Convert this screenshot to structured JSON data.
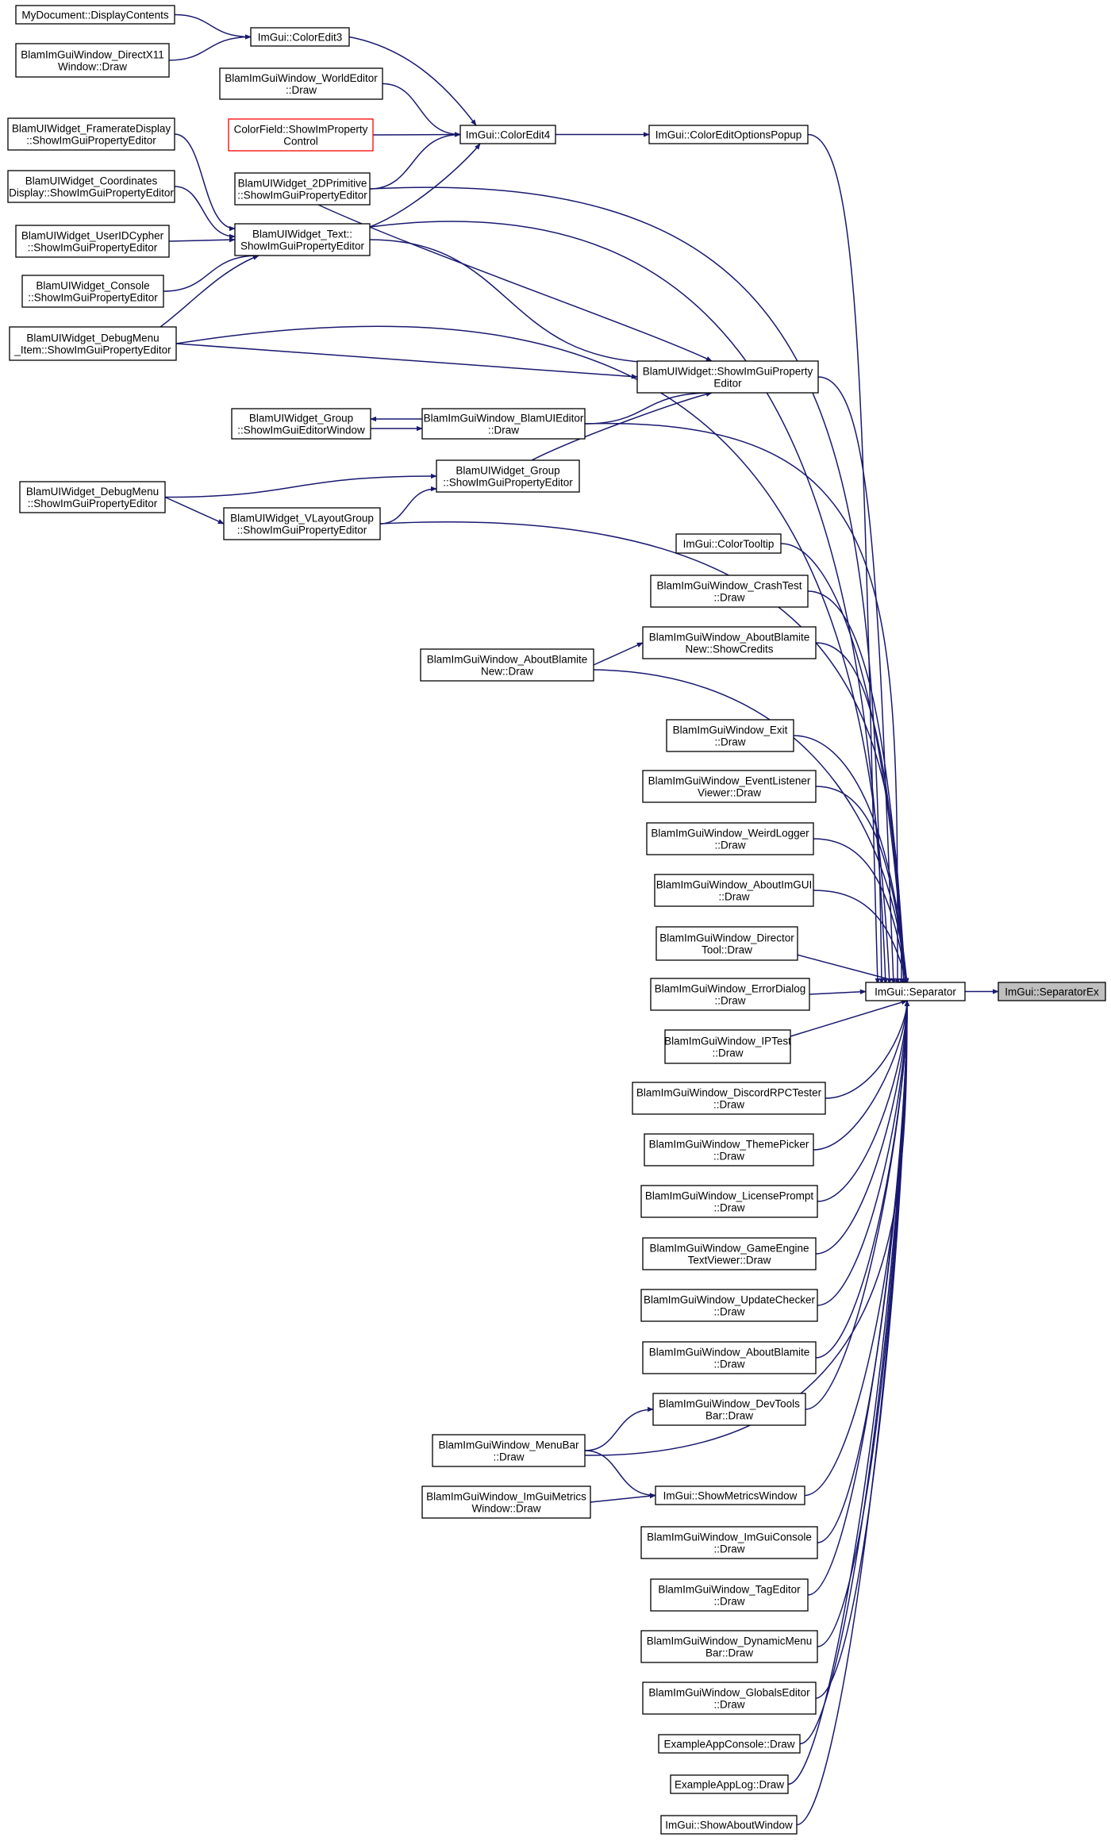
{
  "colors": {
    "edge": "#191970",
    "box_border": "#000000",
    "undocumented_border": "#ff0000",
    "focus_fill": "#bfbfbf"
  },
  "nodes": {
    "separator_ex": [
      "ImGui::SeparatorEx"
    ],
    "separator": [
      "ImGui::Separator"
    ],
    "color_edit_options_popup": [
      "ImGui::ColorEditOptionsPopup"
    ],
    "color_edit4": [
      "ImGui::ColorEdit4"
    ],
    "color_edit3": [
      "ImGui::ColorEdit3"
    ],
    "display_contents": [
      "MyDocument::DisplayContents"
    ],
    "directx11_window_draw": [
      "BlamImGuiWindow_DirectX11",
      "Window::Draw"
    ],
    "world_editor_draw": [
      "BlamImGuiWindow_WorldEditor",
      "::Draw"
    ],
    "color_field_control": [
      "ColorField::ShowImProperty",
      "Control"
    ],
    "primitive2d_editor": [
      "BlamUIWidget_2DPrimitive",
      "::ShowImGuiPropertyEditor"
    ],
    "text_editor": [
      "BlamUIWidget_Text::",
      "ShowImGuiPropertyEditor"
    ],
    "framerate_display_editor": [
      "BlamUIWidget_FramerateDisplay",
      "::ShowImGuiPropertyEditor"
    ],
    "coordinates_display_editor": [
      "BlamUIWidget_Coordinates",
      "Display::ShowImGuiPropertyEditor"
    ],
    "userid_cypher_editor": [
      "BlamUIWidget_UserIDCypher",
      "::ShowImGuiPropertyEditor"
    ],
    "console_editor": [
      "BlamUIWidget_Console",
      "::ShowImGuiPropertyEditor"
    ],
    "debugmenu_item_editor": [
      "BlamUIWidget_DebugMenu",
      "_Item::ShowImGuiPropertyEditor"
    ],
    "widget_property_editor": [
      "BlamUIWidget::ShowImGuiProperty",
      "Editor"
    ],
    "group_editor_window": [
      "BlamUIWidget_Group",
      "::ShowImGuiEditorWindow"
    ],
    "ui_editor_draw": [
      "BlamImGuiWindow_BlamUIEditor",
      "::Draw"
    ],
    "group_property_editor": [
      "BlamUIWidget_Group",
      "::ShowImGuiPropertyEditor"
    ],
    "debugmenu_editor": [
      "BlamUIWidget_DebugMenu",
      "::ShowImGuiPropertyEditor"
    ],
    "vlayout_group_editor": [
      "BlamUIWidget_VLayoutGroup",
      "::ShowImGuiPropertyEditor"
    ],
    "color_tooltip": [
      "ImGui::ColorTooltip"
    ],
    "crash_test_draw": [
      "BlamImGuiWindow_CrashTest",
      "::Draw"
    ],
    "about_blamite_show_credits": [
      "BlamImGuiWindow_AboutBlamite",
      "New::ShowCredits"
    ],
    "about_blamite_new_draw": [
      "BlamImGuiWindow_AboutBlamite",
      "New::Draw"
    ],
    "exit_draw": [
      "BlamImGuiWindow_Exit",
      "::Draw"
    ],
    "event_listener_viewer_draw": [
      "BlamImGuiWindow_EventListener",
      "Viewer::Draw"
    ],
    "weird_logger_draw": [
      "BlamImGuiWindow_WeirdLogger",
      "::Draw"
    ],
    "about_imgui_draw": [
      "BlamImGuiWindow_AboutImGUI",
      "::Draw"
    ],
    "director_tool_draw": [
      "BlamImGuiWindow_Director",
      "Tool::Draw"
    ],
    "error_dialog_draw": [
      "BlamImGuiWindow_ErrorDialog",
      "::Draw"
    ],
    "ip_test_draw": [
      "BlamImGuiWindow_IPTest",
      "::Draw"
    ],
    "discord_rpc_tester_draw": [
      "BlamImGuiWindow_DiscordRPCTester",
      "::Draw"
    ],
    "theme_picker_draw": [
      "BlamImGuiWindow_ThemePicker",
      "::Draw"
    ],
    "license_prompt_draw": [
      "BlamImGuiWindow_LicensePrompt",
      "::Draw"
    ],
    "game_engine_text_viewer_draw": [
      "BlamImGuiWindow_GameEngine",
      "TextViewer::Draw"
    ],
    "update_checker_draw": [
      "BlamImGuiWindow_UpdateChecker",
      "::Draw"
    ],
    "about_blamite_draw": [
      "BlamImGuiWindow_AboutBlamite",
      "::Draw"
    ],
    "dev_tools_bar_draw": [
      "BlamImGuiWindow_DevTools",
      "Bar::Draw"
    ],
    "menu_bar_draw": [
      "BlamImGuiWindow_MenuBar",
      "::Draw"
    ],
    "show_metrics_window": [
      "ImGui::ShowMetricsWindow"
    ],
    "imgui_metrics_window_draw": [
      "BlamImGuiWindow_ImGuiMetrics",
      "Window::Draw"
    ],
    "imgui_console_draw": [
      "BlamImGuiWindow_ImGuiConsole",
      "::Draw"
    ],
    "tag_editor_draw": [
      "BlamImGuiWindow_TagEditor",
      "::Draw"
    ],
    "dynamic_menu_bar_draw": [
      "BlamImGuiWindow_DynamicMenu",
      "Bar::Draw"
    ],
    "globals_editor_draw": [
      "BlamImGuiWindow_GlobalsEditor",
      "::Draw"
    ],
    "example_app_console_draw": [
      "ExampleAppConsole::Draw"
    ],
    "example_app_log_draw": [
      "ExampleAppLog::Draw"
    ],
    "show_about_window": [
      "ImGui::ShowAboutWindow"
    ]
  }
}
